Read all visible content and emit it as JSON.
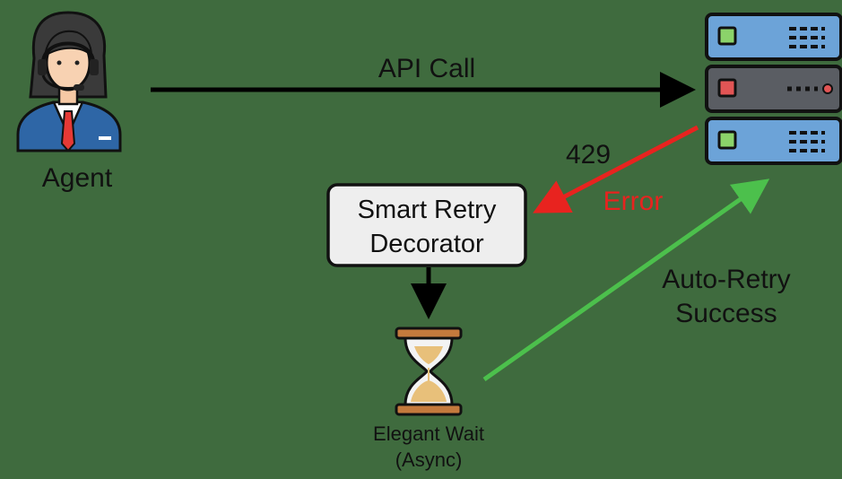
{
  "labels": {
    "api_call": "API Call",
    "agent": "Agent",
    "status_code": "429",
    "error": "Error",
    "decorator_line1": "Smart Retry",
    "decorator_line2": "Decorator",
    "retry_line1": "Auto-Retry",
    "retry_line2": "Success",
    "wait_line1": "Elegant Wait",
    "wait_line2": "(Async)"
  },
  "icons": {
    "agent": "agent-with-headset-icon",
    "server": "server-rack-icon",
    "hourglass": "hourglass-icon"
  },
  "colors": {
    "background": "#3f6b3e",
    "call_arrow": "#000000",
    "error_arrow": "#e8231f",
    "error_text": "#e8231f",
    "success_arrow": "#4cc04c",
    "decorator_fill": "#eeeeee"
  }
}
